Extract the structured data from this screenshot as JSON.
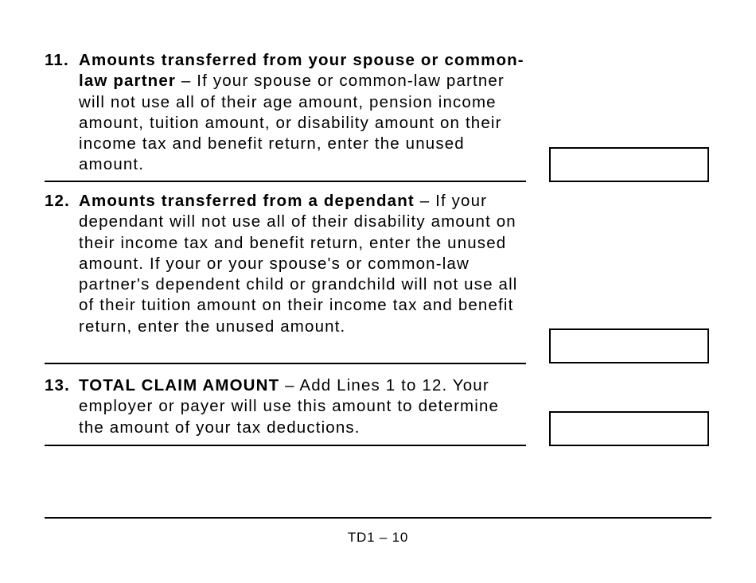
{
  "items": [
    {
      "number": "11.",
      "title": "Amounts transferred from your spouse or common-law partner",
      "dash": " – ",
      "body": "If your spouse or common-law partner will not use all of their age amount, pension income amount, tuition amount, or disability amount on their income tax and benefit return, enter the unused amount.",
      "field_value": ""
    },
    {
      "number": "12.",
      "title": "Amounts transferred from a dependant",
      "dash": " – ",
      "body": "If your dependant will not use all of their disability amount on their income tax and benefit return, enter the unused amount. If your or your spouse's or common-law partner's dependent child or grandchild will not use all of their tuition amount on their income tax and benefit return, enter the unused amount.",
      "field_value": ""
    },
    {
      "number": "13.",
      "title": "TOTAL CLAIM AMOUNT",
      "dash": " – ",
      "body": "Add Lines 1 to 12. Your employer or payer will use this amount to determine the amount of your tax deductions.",
      "field_value": ""
    }
  ],
  "footer": {
    "page_label": "TD1 – 10"
  }
}
